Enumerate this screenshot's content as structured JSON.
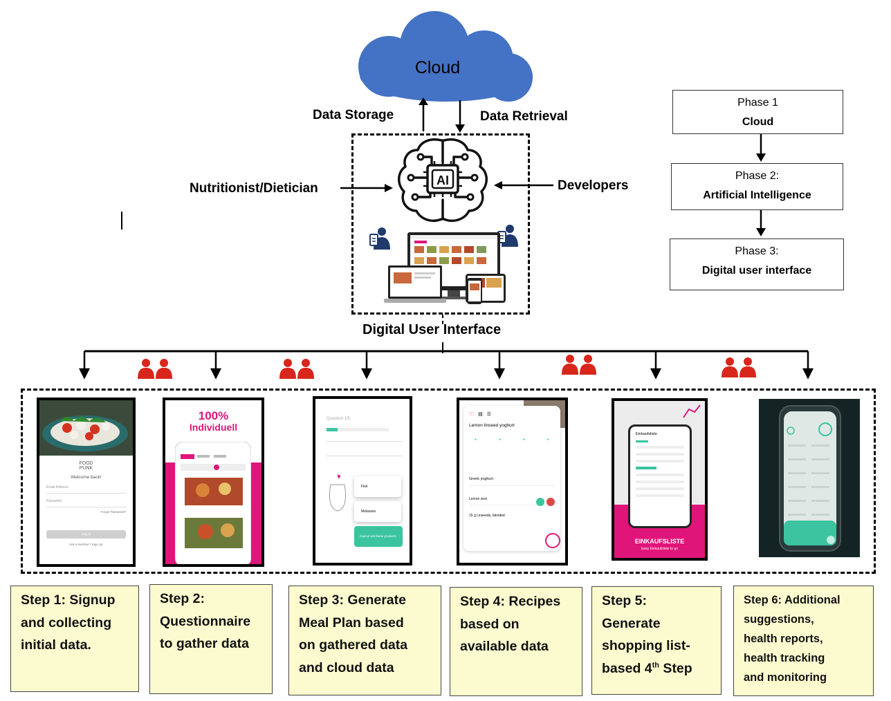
{
  "cloud": {
    "label": "Cloud",
    "color": "#4472c4"
  },
  "flow_labels": {
    "data_storage": "Data Storage",
    "data_retrieval": "Data Retrieval",
    "nutritionist": "Nutritionist/Dietician",
    "developers": "Developers",
    "digital_ui": "Digital User Interface"
  },
  "ai_chip_label": "AI",
  "phases": [
    {
      "title": "Phase 1",
      "subtitle": "Cloud"
    },
    {
      "title": "Phase 2:",
      "subtitle": "Artificial Intelligence"
    },
    {
      "title": "Phase 3:",
      "subtitle": "Digital user interface"
    }
  ],
  "screens": {
    "s1": {
      "brand_a": "FOOD",
      "brand_b": "PUNK",
      "welcome": "Welcome back!",
      "email": "Email Address",
      "password": "Password",
      "forgot": "Forgot Password?",
      "login": "Log in",
      "member": "Not a member? Sign Up"
    },
    "s2": {
      "title_a": "100%",
      "title_b": "Individuell"
    },
    "s3": {
      "question": "Question 1/5",
      "opt1": "Fish",
      "opt2": "Molasses",
      "opt3": "Cannot eat these products"
    },
    "s4": {
      "title": "Lemon linseed yoghurt",
      "item1": "Greek yoghurt",
      "item2": "Lemon zest",
      "item3": "15 g Linseeds, blended"
    },
    "s5": {
      "list_title": "Einkaufsliste",
      "banner": "EINKAUFSLISTE",
      "sub": "Easy Einkaufsliste to go"
    },
    "s6": {}
  },
  "steps": [
    {
      "lines": [
        "Step 1: Signup",
        "and collecting",
        "initial data."
      ]
    },
    {
      "lines": [
        "Step 2:",
        "Questionnaire",
        "to gather data"
      ]
    },
    {
      "lines": [
        "Step 3: Generate",
        "Meal Plan based",
        "on gathered data",
        "and cloud data"
      ]
    },
    {
      "lines": [
        "Step 4: Recipes",
        "based on",
        "available data"
      ]
    },
    {
      "lines": [
        "Step 5:",
        "Generate",
        "shopping list-"
      ],
      "last_a": "based 4",
      "last_sup": "th",
      "last_b": " Step"
    },
    {
      "lines": [
        "Step 6: Additional",
        "suggestions,",
        "health reports,",
        "health tracking",
        "and monitoring"
      ]
    }
  ],
  "colors": {
    "step_bg": "#fcfbcf",
    "people": "#d9261c",
    "accent_pink": "#e0157a",
    "accent_teal": "#3cc4a0"
  }
}
